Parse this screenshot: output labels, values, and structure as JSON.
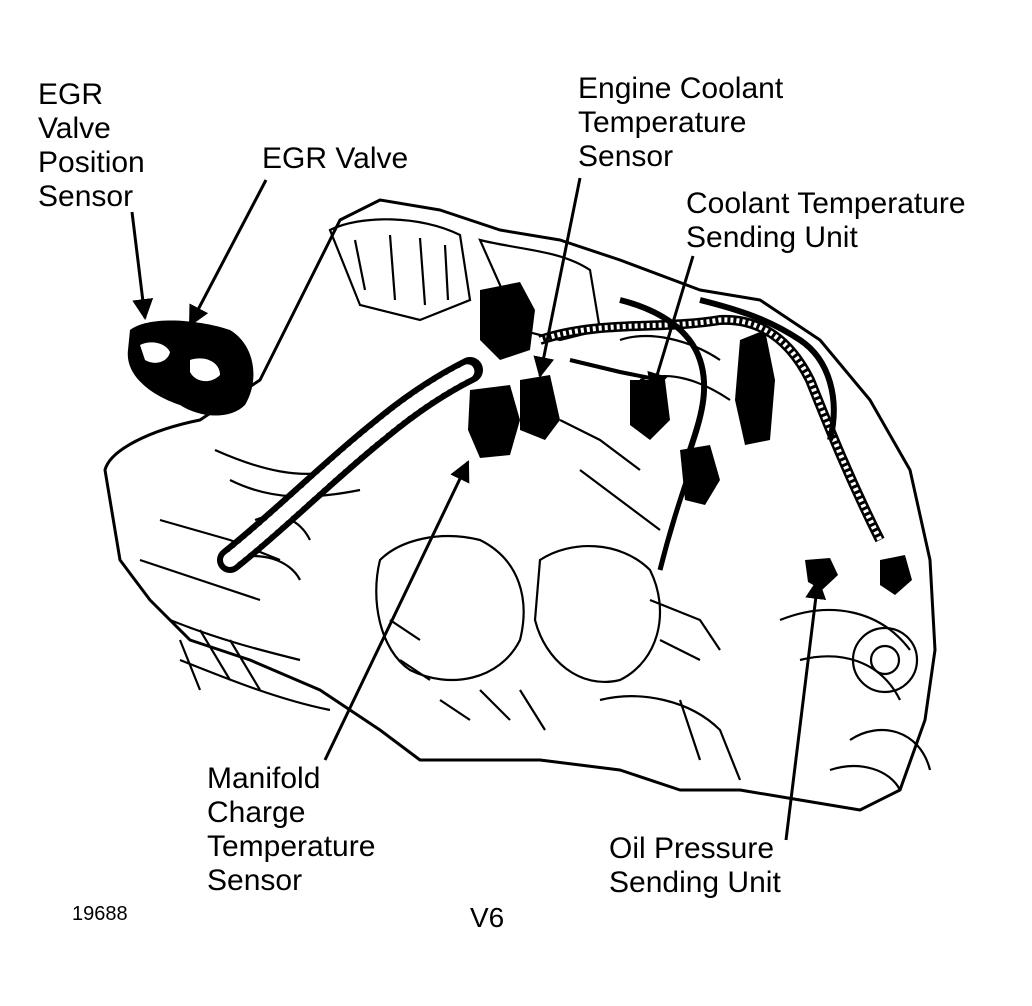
{
  "colors": {
    "ink": "#000000",
    "paper": "#ffffff"
  },
  "labels": {
    "egr_valve_position_sensor": [
      "EGR",
      "Valve",
      "Position",
      "Sensor"
    ],
    "egr_valve": [
      "EGR Valve"
    ],
    "engine_coolant_temperature_sensor": [
      "Engine Coolant",
      "Temperature",
      "Sensor"
    ],
    "coolant_temperature_sending_unit": [
      "Coolant Temperature",
      "Sending Unit"
    ],
    "manifold_charge_temperature_sensor": [
      "Manifold",
      "Charge",
      "Temperature",
      "Sensor"
    ],
    "oil_pressure_sending_unit": [
      "Oil Pressure",
      "Sending Unit"
    ]
  },
  "figure_number": "19688",
  "engine_label": "V6"
}
